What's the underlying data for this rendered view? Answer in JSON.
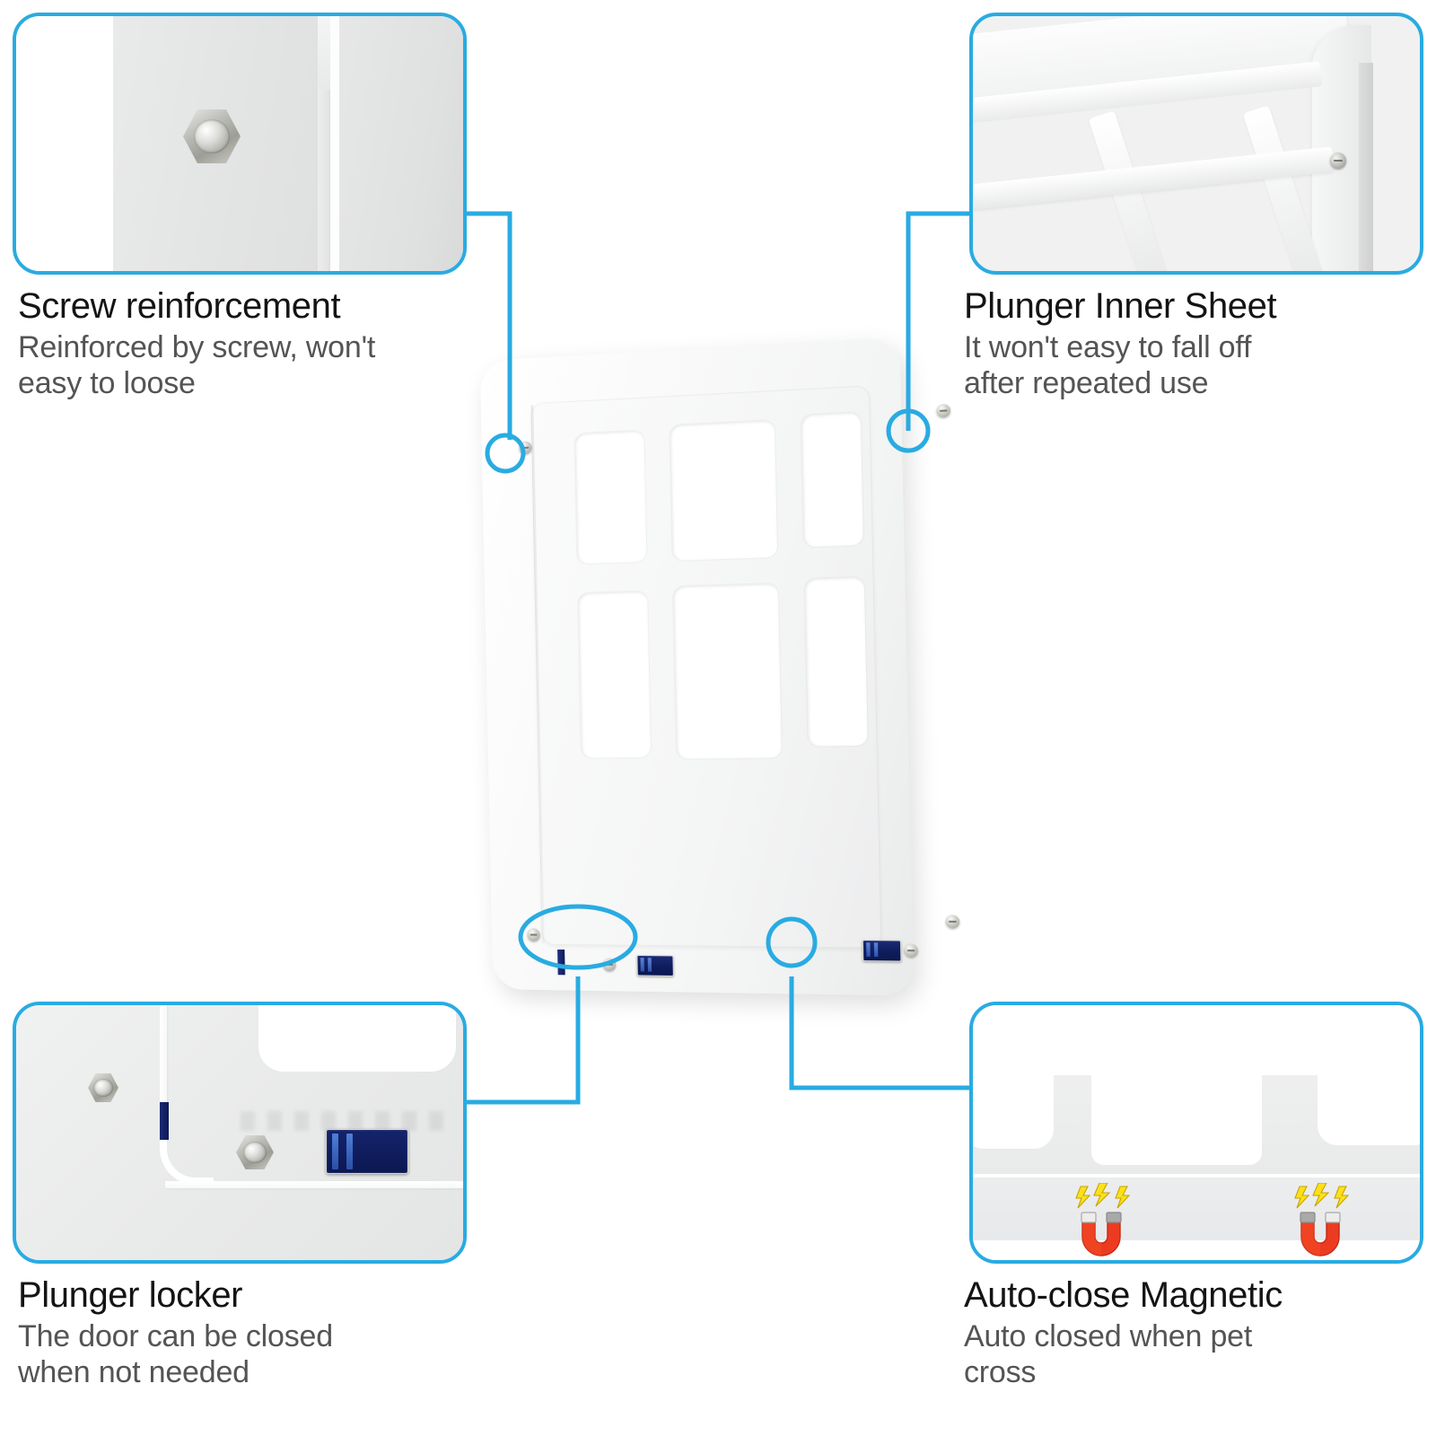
{
  "product": {
    "name": "pet-screen-door",
    "description": "White magnetic pet screen door flap with 3x2 grid cutouts, corner screws and blue plunger lockers"
  },
  "theme": {
    "accent_blue": "#29ABE2",
    "title_color": "#141414",
    "body_color": "#545454",
    "background": "#FFFFFF",
    "plunger_blue": "#0F1C5C",
    "magnet_red": "#E8302A",
    "magnet_orange": "#F4661E",
    "bolt_yellow": "#FBE11A"
  },
  "features": [
    {
      "id": "screw-reinforcement",
      "position": "top-left",
      "title": "Screw reinforcement",
      "desc": "Reinforced by screw, won't easy to loose",
      "desc_lines": [
        "Reinforced by screw, won't",
        "easy to loose"
      ],
      "photo_alt": "Close-up of hex bolt on white plastic door panel seam"
    },
    {
      "id": "plunger-inner-sheet",
      "position": "top-right",
      "title": "Plunger Inner Sheet",
      "desc": "It won't easy to fall off after repeated use",
      "desc_lines": [
        "It won't easy to fall off",
        "after repeated use"
      ],
      "photo_alt": "Angled close-up of inner flap frame corner with screw"
    },
    {
      "id": "plunger-locker",
      "position": "bottom-left",
      "title": "Plunger locker",
      "desc": "The door can be closed when not needed",
      "desc_lines": [
        "The door can be closed",
        "when not needed"
      ],
      "photo_alt": "Close-up of two hex bolts and blue plunger locker slider"
    },
    {
      "id": "auto-close-magnetic",
      "position": "bottom-right",
      "title": "Auto-close Magnetic",
      "desc": "Auto closed when pet cross",
      "desc_lines": [
        "Auto closed when pet",
        "cross"
      ],
      "photo_alt": "Bottom rail with two magnet strips and horseshoe magnet icons"
    }
  ],
  "callout_markers": [
    {
      "id": "marker-top-left-screw",
      "shape": "circle",
      "target": "top-left corner screw"
    },
    {
      "id": "marker-top-right-sheet",
      "shape": "circle",
      "target": "top-right inner sheet corner"
    },
    {
      "id": "marker-bottom-left-lock",
      "shape": "ellipse",
      "target": "bottom-left plunger locker"
    },
    {
      "id": "marker-bottom-mid-magnet",
      "shape": "circle",
      "target": "bottom rail magnet area"
    }
  ],
  "icons": {
    "magnet": "horseshoe-magnet-icon",
    "spark": "lightning-bolt-icon",
    "screw": "hex-bolt-icon",
    "plunger": "plunger-slider-icon"
  }
}
